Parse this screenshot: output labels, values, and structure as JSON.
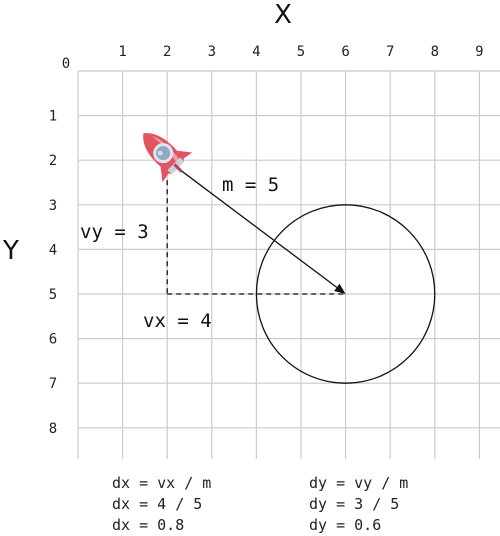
{
  "axes": {
    "x_title": "X",
    "y_title": "Y",
    "origin_label": "0",
    "x_ticks": [
      "1",
      "2",
      "3",
      "4",
      "5",
      "6",
      "7",
      "8",
      "9"
    ],
    "y_ticks": [
      "1",
      "2",
      "3",
      "4",
      "5",
      "6",
      "7",
      "8"
    ]
  },
  "vector": {
    "start": [
      2,
      2
    ],
    "end": [
      6,
      5
    ],
    "circle_center": [
      6,
      5
    ],
    "circle_radius": 2,
    "magnitude_label": "m = 5",
    "vx_label": "vx = 4",
    "vy_label": "vy = 3"
  },
  "formulas": {
    "left": [
      "dx = vx / m",
      "dx = 4 / 5",
      "dx = 0.8"
    ],
    "right": [
      "dy = vy / m",
      "dy = 3 / 5",
      "dy = 0.6"
    ]
  },
  "colors": {
    "grid": "#cccccc",
    "line": "#111111",
    "rocket_body": "#e05560",
    "rocket_window": "#8fa9c4"
  },
  "icons": {
    "rocket": "rocket-icon"
  }
}
